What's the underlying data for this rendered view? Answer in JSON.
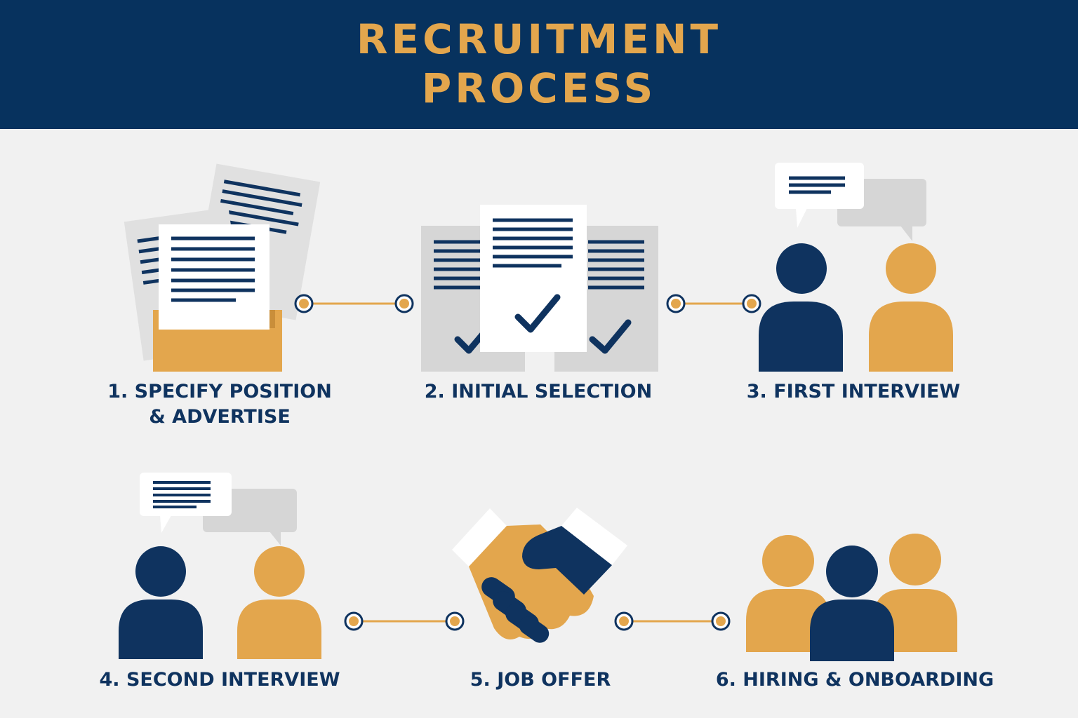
{
  "header": {
    "title_line1": "RECRUITMENT",
    "title_line2": "PROCESS"
  },
  "steps": [
    {
      "line1": "1. SPECIFY POSITION",
      "line2": "& ADVERTISE",
      "icon": "job-posting-documents-icon"
    },
    {
      "line1": "2. INITIAL SELECTION",
      "icon": "document-checklist-icon"
    },
    {
      "line1": "3. FIRST INTERVIEW",
      "icon": "two-people-conversation-icon"
    },
    {
      "line1": "4. SECOND INTERVIEW",
      "icon": "two-people-conversation-icon"
    },
    {
      "line1": "5. JOB OFFER",
      "icon": "handshake-icon"
    },
    {
      "line1": "6. HIRING & ONBOARDING",
      "icon": "team-group-icon"
    }
  ],
  "colors": {
    "navy": "#0f335f",
    "banner": "#07325e",
    "gold": "#e3a64d",
    "grey": "#d6d6d6",
    "background": "#f1f1f1"
  }
}
